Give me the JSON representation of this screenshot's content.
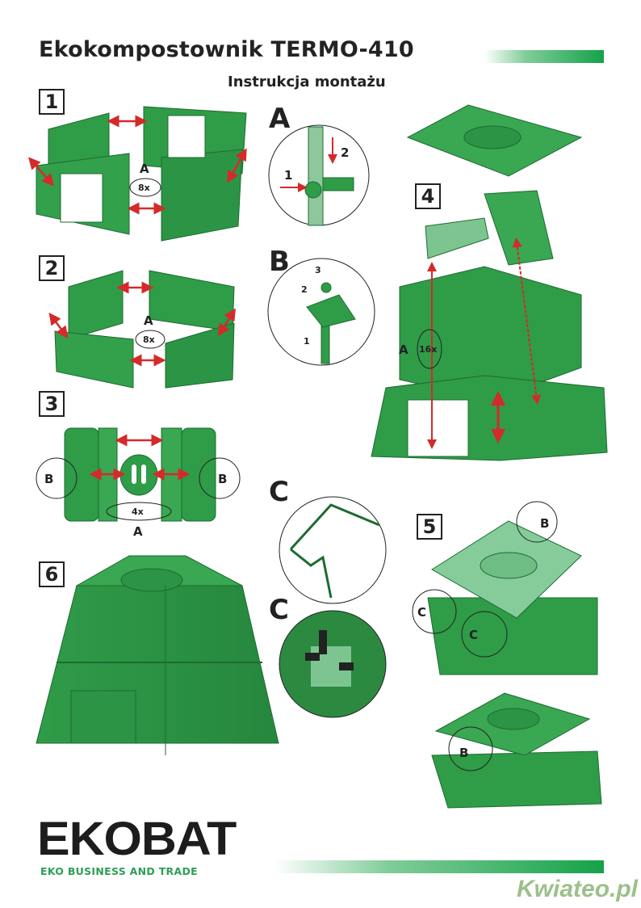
{
  "header": {
    "title": "Ekokompostownik TERMO-410",
    "subtitle": "Instrukcja montażu"
  },
  "steps": {
    "s1": "1",
    "s2": "2",
    "s3": "3",
    "s4": "4",
    "s5": "5",
    "s6": "6"
  },
  "details": {
    "A": "A",
    "B": "B",
    "C1": "C",
    "C2": "C"
  },
  "callouts": {
    "s1_letter": "A",
    "s1_count": "8x",
    "s2_letter": "A",
    "s2_count": "8x",
    "s3_left": "B",
    "s3_right": "B",
    "s3_count": "4x",
    "s3_letter": "A",
    "s4_letter": "A",
    "s4_count": "16x",
    "s5_b": "B",
    "s5_c1": "C",
    "s5_c2": "C",
    "bottom_b": "B",
    "detailA_1": "1",
    "detailA_2": "2",
    "detailB_1": "1",
    "detailB_2": "2",
    "detailB_3": "3"
  },
  "footer": {
    "logo": "EKOBAT",
    "tagline": "EKO BUSINESS AND TRADE",
    "watermark": "Kwiateo.pl"
  },
  "colors": {
    "green": "#2e9e4a",
    "dark_green": "#1d6b30",
    "arrow": "#d42a2a"
  }
}
